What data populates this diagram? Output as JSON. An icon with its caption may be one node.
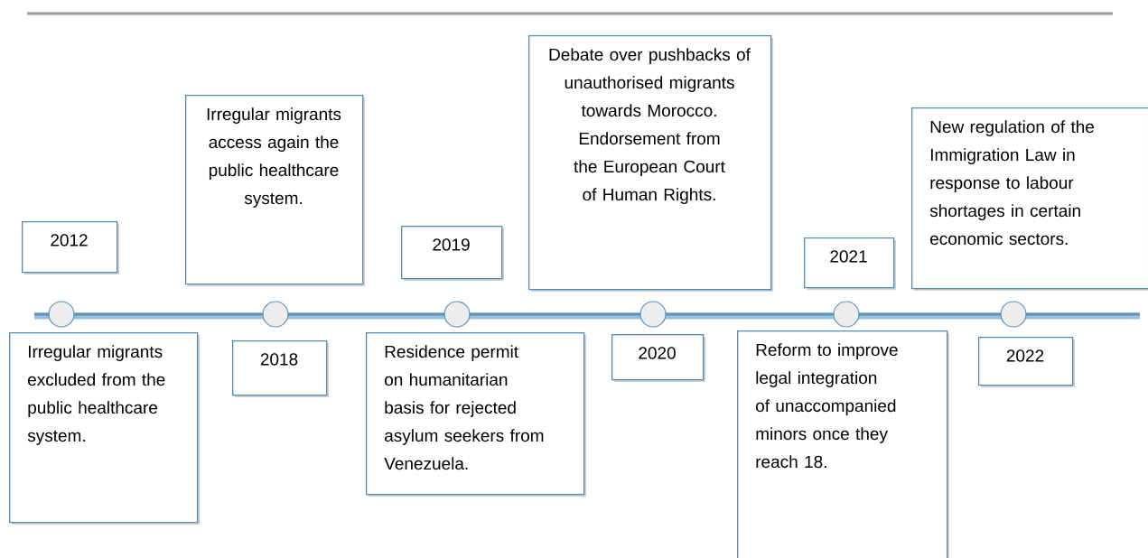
{
  "diagram": {
    "nodes": [
      {
        "text": [
          "2012"
        ]
      },
      {
        "text": [
          "Irregular migrants excluded from the public healthcare system."
        ]
      },
      {
        "text": [
          "Irregular migrants access again the public healthcare system."
        ]
      },
      {
        "text": [
          "2018"
        ]
      },
      {
        "text": [
          "2019"
        ]
      },
      {
        "text": [
          "Residence permit on humanitarian basis for rejected asylum seekers from Venezuela."
        ]
      },
      {
        "text": [
          "Debate over pushbacks of unauthorised migrants towards Morocco. Endorsement from the European Court of Human Rights."
        ]
      },
      {
        "text": [
          "2020"
        ]
      },
      {
        "text": [
          "2021"
        ]
      },
      {
        "text": [
          "Reform to improve legal integration of unaccompanied minors once they reach 18."
        ]
      },
      {
        "text": [
          "New regulation of the Immigration Law in response to labour shortages in certain economic sectors."
        ]
      },
      {
        "text": [
          "2022"
        ]
      }
    ]
  }
}
